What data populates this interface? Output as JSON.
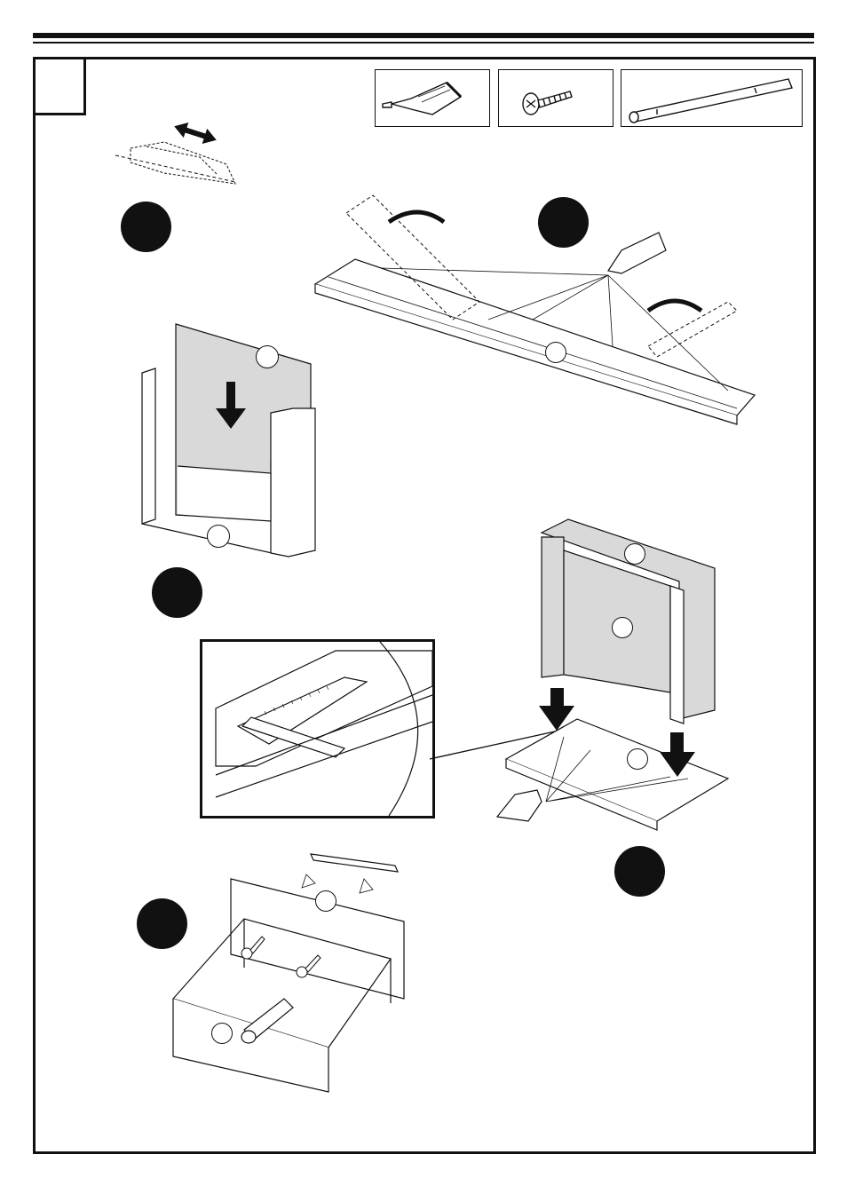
{
  "page": {
    "step_number": "",
    "parts_legend": [
      {
        "name": "glue-tube-icon",
        "label": ""
      },
      {
        "name": "screw-icon",
        "label": ""
      },
      {
        "name": "handle-bar-icon",
        "label": ""
      }
    ],
    "sub_steps": [
      {
        "name": "substep-1",
        "label": ""
      },
      {
        "name": "substep-2",
        "label": ""
      },
      {
        "name": "substep-3",
        "label": ""
      },
      {
        "name": "substep-4",
        "label": ""
      },
      {
        "name": "substep-5",
        "label": ""
      }
    ]
  },
  "colors": {
    "ink": "#111111",
    "panel_fill": "#d9d9d9",
    "background": "#ffffff"
  }
}
